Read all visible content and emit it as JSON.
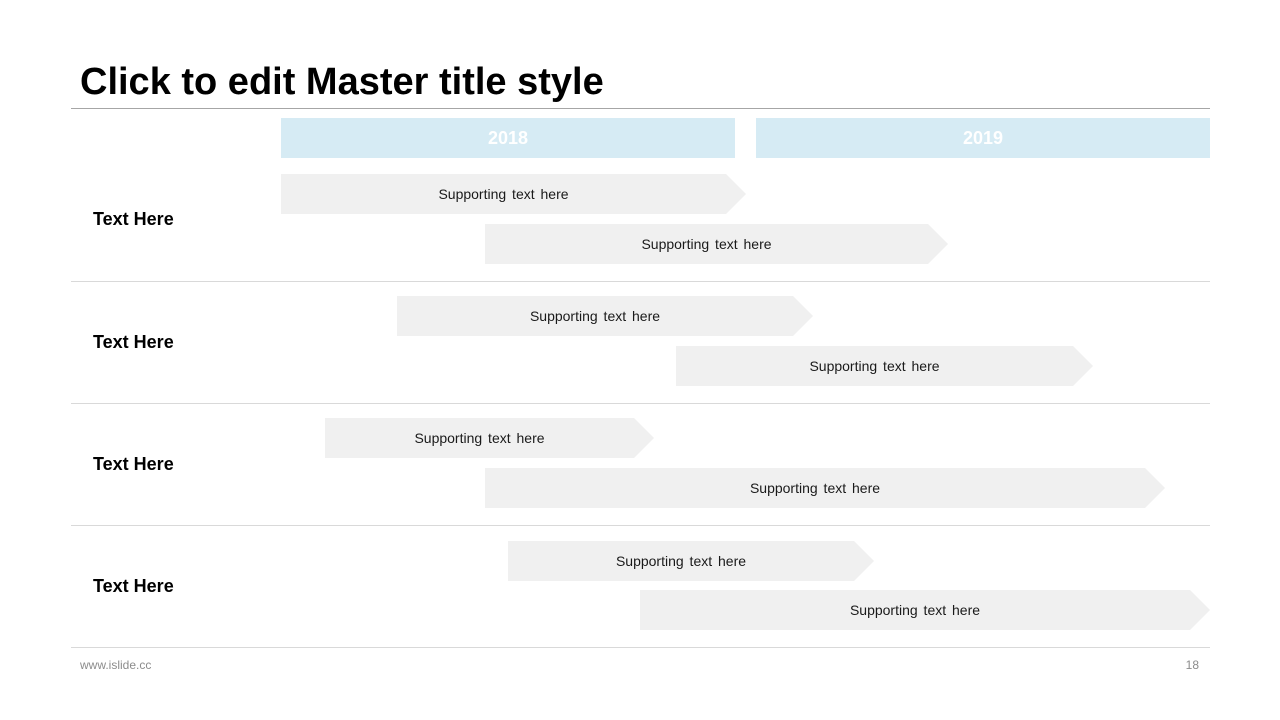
{
  "slide": {
    "title": "Click to edit Master title style",
    "footer_url": "www.islide.cc",
    "page_number": "18"
  },
  "years": [
    "2018",
    "2019"
  ],
  "rows": [
    {
      "label": "Text Here",
      "bars": [
        "Supporting text here",
        "Supporting text here"
      ]
    },
    {
      "label": "Text Here",
      "bars": [
        "Supporting text here",
        "Supporting text here"
      ]
    },
    {
      "label": "Text Here",
      "bars": [
        "Supporting text here",
        "Supporting text here"
      ]
    },
    {
      "label": "Text Here",
      "bars": [
        "Supporting text here",
        "Supporting text here"
      ]
    }
  ],
  "colors": {
    "year_header_bg": "#d6ebf4",
    "year_header_text": "#ffffff",
    "bar_fill": "#f0f0f0"
  }
}
